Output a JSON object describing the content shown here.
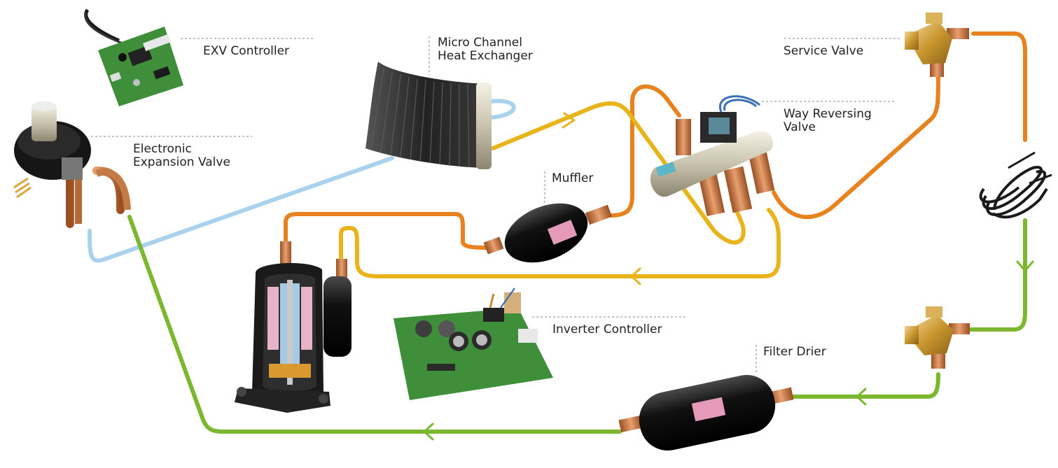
{
  "colors": {
    "suction_orange": "#E8821E",
    "hot_gas_yellow": "#E9B31A",
    "liquid_green": "#7CB82F",
    "cool_blue": "#A9D2EE",
    "copper": "#C9743E",
    "board_green": "#3F8F3A",
    "body_black": "#1B1B1B"
  },
  "labels": {
    "exv_controller": "EXV Controller",
    "micro_channel_1": "Micro Channel",
    "micro_channel_2": "Heat Exchanger",
    "service_valve": "Service Valve",
    "way_reversing_1": "Way Reversing",
    "way_reversing_2": "Valve",
    "electronic_exp_1": "Electronic",
    "electronic_exp_2": "Expansion Valve",
    "muffler": "Muffler",
    "inverter_controller": "Inverter Controller",
    "filter_drier": "Filter Drier"
  },
  "components": [
    {
      "id": "exv-controller",
      "icon": "circuit-board-icon"
    },
    {
      "id": "electronic-expansion-valve",
      "icon": "expansion-valve-icon"
    },
    {
      "id": "micro-channel-heat-exchanger",
      "icon": "heat-exchanger-icon"
    },
    {
      "id": "muffler",
      "icon": "muffler-icon"
    },
    {
      "id": "way-reversing-valve",
      "icon": "reversing-valve-icon"
    },
    {
      "id": "service-valve-top",
      "icon": "brass-valve-icon"
    },
    {
      "id": "service-valve-bottom",
      "icon": "brass-valve-icon"
    },
    {
      "id": "coiled-pipe",
      "icon": "coil-pipe-icon"
    },
    {
      "id": "compressor",
      "icon": "compressor-icon"
    },
    {
      "id": "inverter-controller",
      "icon": "circuit-board-icon"
    },
    {
      "id": "filter-drier",
      "icon": "filter-drier-icon"
    }
  ]
}
